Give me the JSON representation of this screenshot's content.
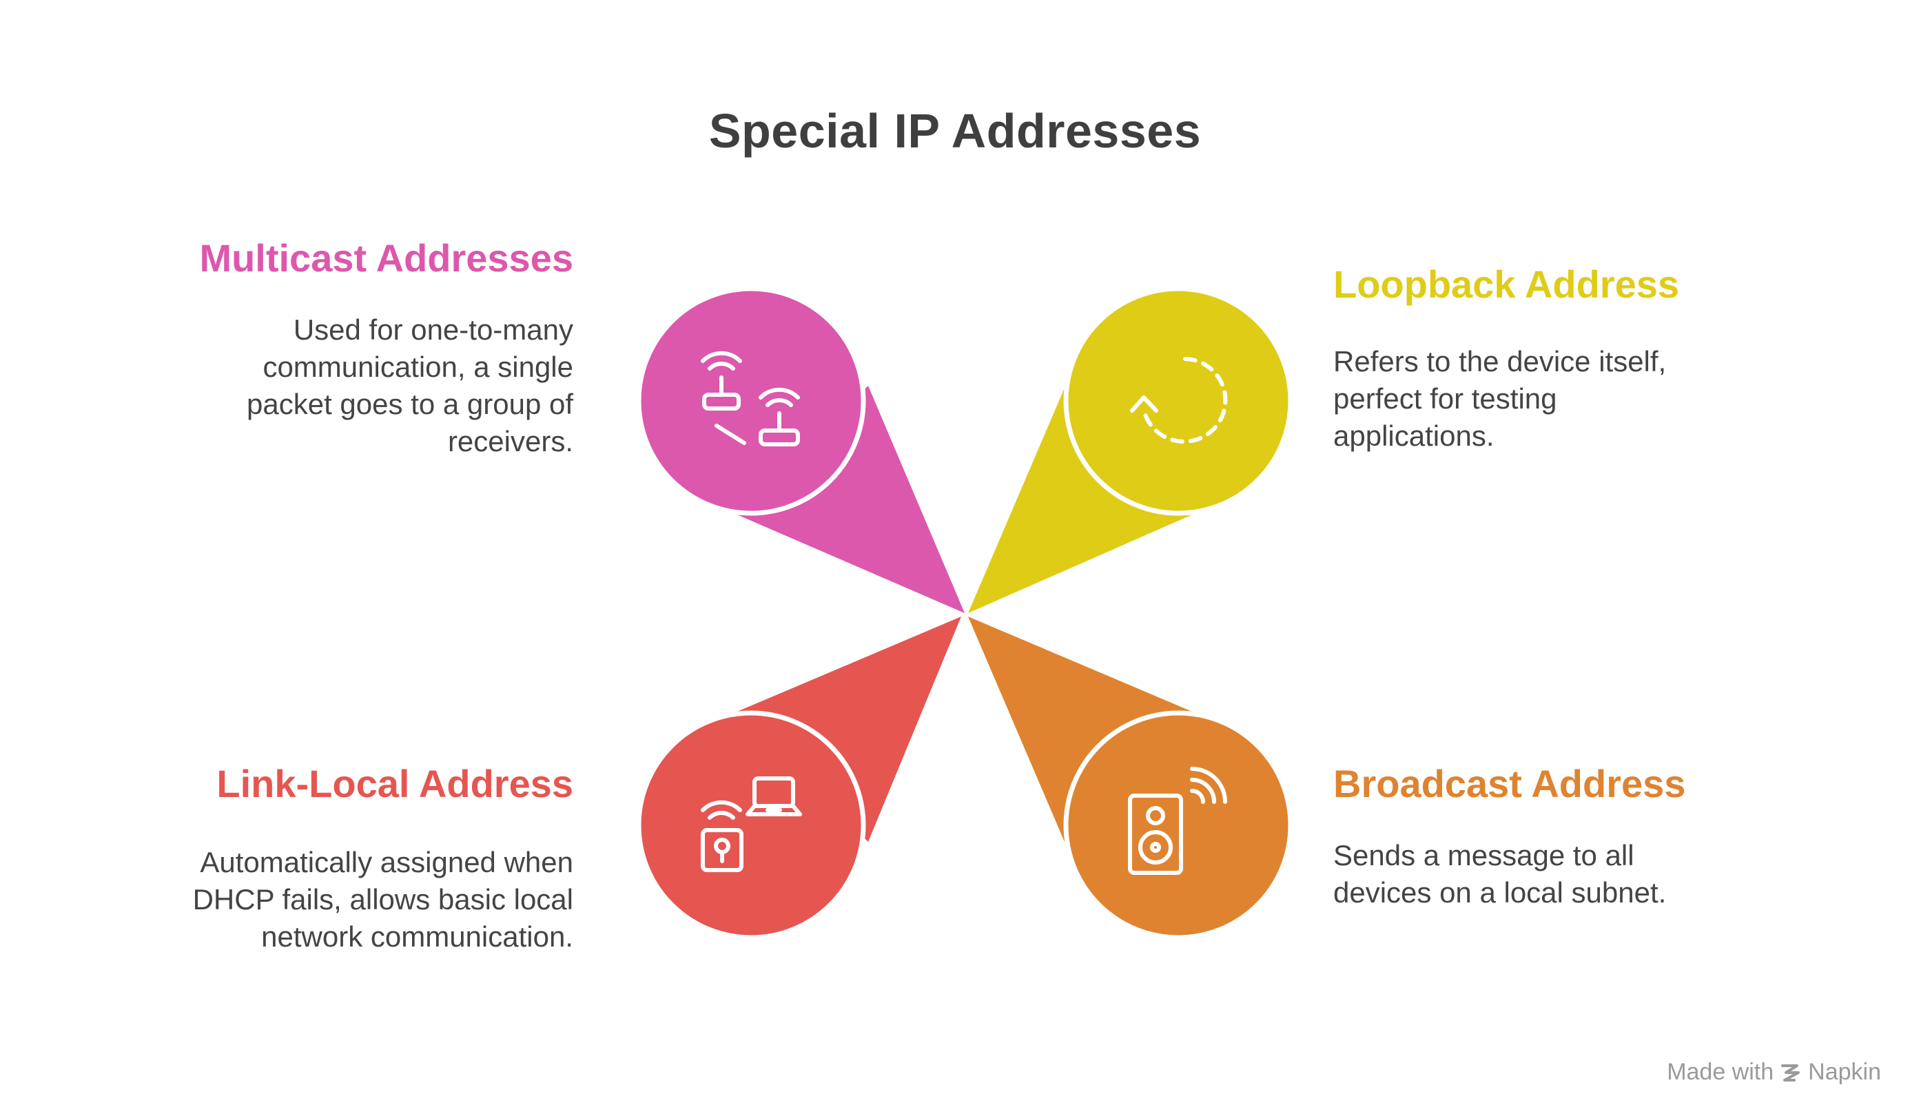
{
  "title": "Special IP Addresses",
  "colors": {
    "multicast": "#dc58ac",
    "loopback": "#dfcc17",
    "link_local": "#e55651",
    "broadcast": "#df8330",
    "title": "#3f3f3f",
    "text": "#444444"
  },
  "items": {
    "multicast": {
      "heading": "Multicast Addresses",
      "lines": [
        "Used for one-to-many",
        "communication, a single",
        "packet goes to a group of",
        "receivers."
      ],
      "icon": "wifi-routers-icon"
    },
    "loopback": {
      "heading": "Loopback Address",
      "lines": [
        "Refers to the device itself,",
        "perfect for testing",
        "applications."
      ],
      "icon": "loop-arrow-icon"
    },
    "link_local": {
      "heading": "Link-Local Address",
      "lines": [
        "Automatically assigned when",
        "DHCP fails, allows basic local",
        "network communication."
      ],
      "icon": "laptop-network-icon"
    },
    "broadcast": {
      "heading": "Broadcast Address",
      "lines": [
        "Sends a message to all",
        "devices on a local subnet."
      ],
      "icon": "speaker-broadcast-icon"
    }
  },
  "footer": {
    "made_with": "Made with",
    "brand": "Napkin"
  }
}
